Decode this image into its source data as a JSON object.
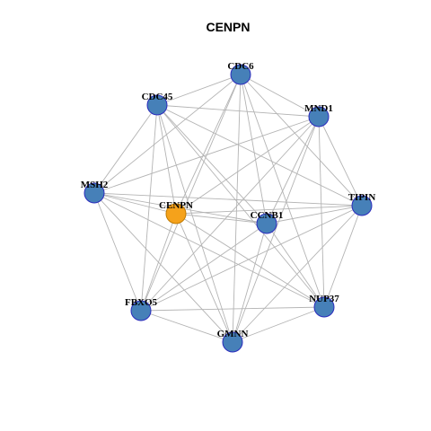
{
  "title": "CENPN",
  "colors": {
    "hub_fill": "#f5a21b",
    "hub_stroke": "#c07a00",
    "node_fill": "#4680b8",
    "node_stroke": "#2b2bbd",
    "edge": "#b4b4b4"
  },
  "network": {
    "hub": "CENPN",
    "nodes": [
      "CDC6",
      "CDC45",
      "MND1",
      "MSH2",
      "TIPIN",
      "CENPN",
      "CCNB1",
      "FBXO5",
      "NUP37",
      "GMNN"
    ],
    "edges": [
      [
        "CDC6",
        "CDC45"
      ],
      [
        "CDC6",
        "MND1"
      ],
      [
        "CDC6",
        "TIPIN"
      ],
      [
        "CDC6",
        "CENPN"
      ],
      [
        "CDC6",
        "CCNB1"
      ],
      [
        "CDC6",
        "FBXO5"
      ],
      [
        "CDC6",
        "NUP37"
      ],
      [
        "CDC6",
        "GMNN"
      ],
      [
        "CDC6",
        "MSH2"
      ],
      [
        "CDC45",
        "MND1"
      ],
      [
        "CDC45",
        "MSH2"
      ],
      [
        "CDC45",
        "CENPN"
      ],
      [
        "CDC45",
        "CCNB1"
      ],
      [
        "CDC45",
        "TIPIN"
      ],
      [
        "CDC45",
        "NUP37"
      ],
      [
        "CDC45",
        "FBXO5"
      ],
      [
        "CDC45",
        "GMNN"
      ],
      [
        "MND1",
        "MSH2"
      ],
      [
        "MND1",
        "TIPIN"
      ],
      [
        "MND1",
        "CENPN"
      ],
      [
        "MND1",
        "CCNB1"
      ],
      [
        "MND1",
        "FBXO5"
      ],
      [
        "MND1",
        "NUP37"
      ],
      [
        "MND1",
        "GMNN"
      ],
      [
        "MSH2",
        "CENPN"
      ],
      [
        "MSH2",
        "CCNB1"
      ],
      [
        "MSH2",
        "TIPIN"
      ],
      [
        "MSH2",
        "FBXO5"
      ],
      [
        "MSH2",
        "NUP37"
      ],
      [
        "MSH2",
        "GMNN"
      ],
      [
        "TIPIN",
        "CENPN"
      ],
      [
        "TIPIN",
        "CCNB1"
      ],
      [
        "TIPIN",
        "NUP37"
      ],
      [
        "TIPIN",
        "GMNN"
      ],
      [
        "TIPIN",
        "FBXO5"
      ],
      [
        "CENPN",
        "CCNB1"
      ],
      [
        "CENPN",
        "NUP37"
      ],
      [
        "CENPN",
        "GMNN"
      ],
      [
        "CENPN",
        "FBXO5"
      ],
      [
        "CCNB1",
        "NUP37"
      ],
      [
        "CCNB1",
        "GMNN"
      ],
      [
        "CCNB1",
        "FBXO5"
      ],
      [
        "FBXO5",
        "NUP37"
      ],
      [
        "FBXO5",
        "GMNN"
      ],
      [
        "NUP37",
        "GMNN"
      ]
    ]
  }
}
